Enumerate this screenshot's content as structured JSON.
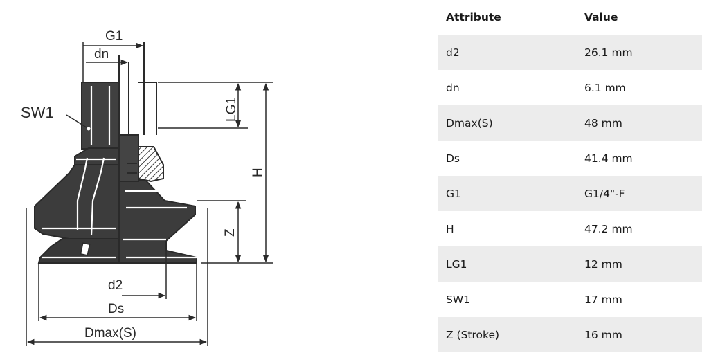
{
  "diagram": {
    "labels": {
      "g1": "G1",
      "dn": "dn",
      "sw1": "SW1",
      "lg1": "LG1",
      "h": "H",
      "z": "Z",
      "d2": "d2",
      "ds": "Ds",
      "dmax": "Dmax(S)"
    },
    "colors": {
      "body": "#3a3a3a",
      "line": "#2a2a2a",
      "hatch": "#5a5a5a",
      "cut": "#7a7a7a"
    }
  },
  "table": {
    "headers": {
      "attribute": "Attribute",
      "value": "Value"
    },
    "rows": [
      {
        "attribute": "d2",
        "value": "26.1 mm"
      },
      {
        "attribute": "dn",
        "value": "6.1 mm"
      },
      {
        "attribute": "Dmax(S)",
        "value": "48 mm"
      },
      {
        "attribute": "Ds",
        "value": "41.4 mm"
      },
      {
        "attribute": "G1",
        "value": "G1/4\"-F"
      },
      {
        "attribute": "H",
        "value": "47.2 mm"
      },
      {
        "attribute": "LG1",
        "value": "12 mm"
      },
      {
        "attribute": "SW1",
        "value": "17 mm"
      },
      {
        "attribute": "Z (Stroke)",
        "value": "16 mm"
      }
    ]
  }
}
